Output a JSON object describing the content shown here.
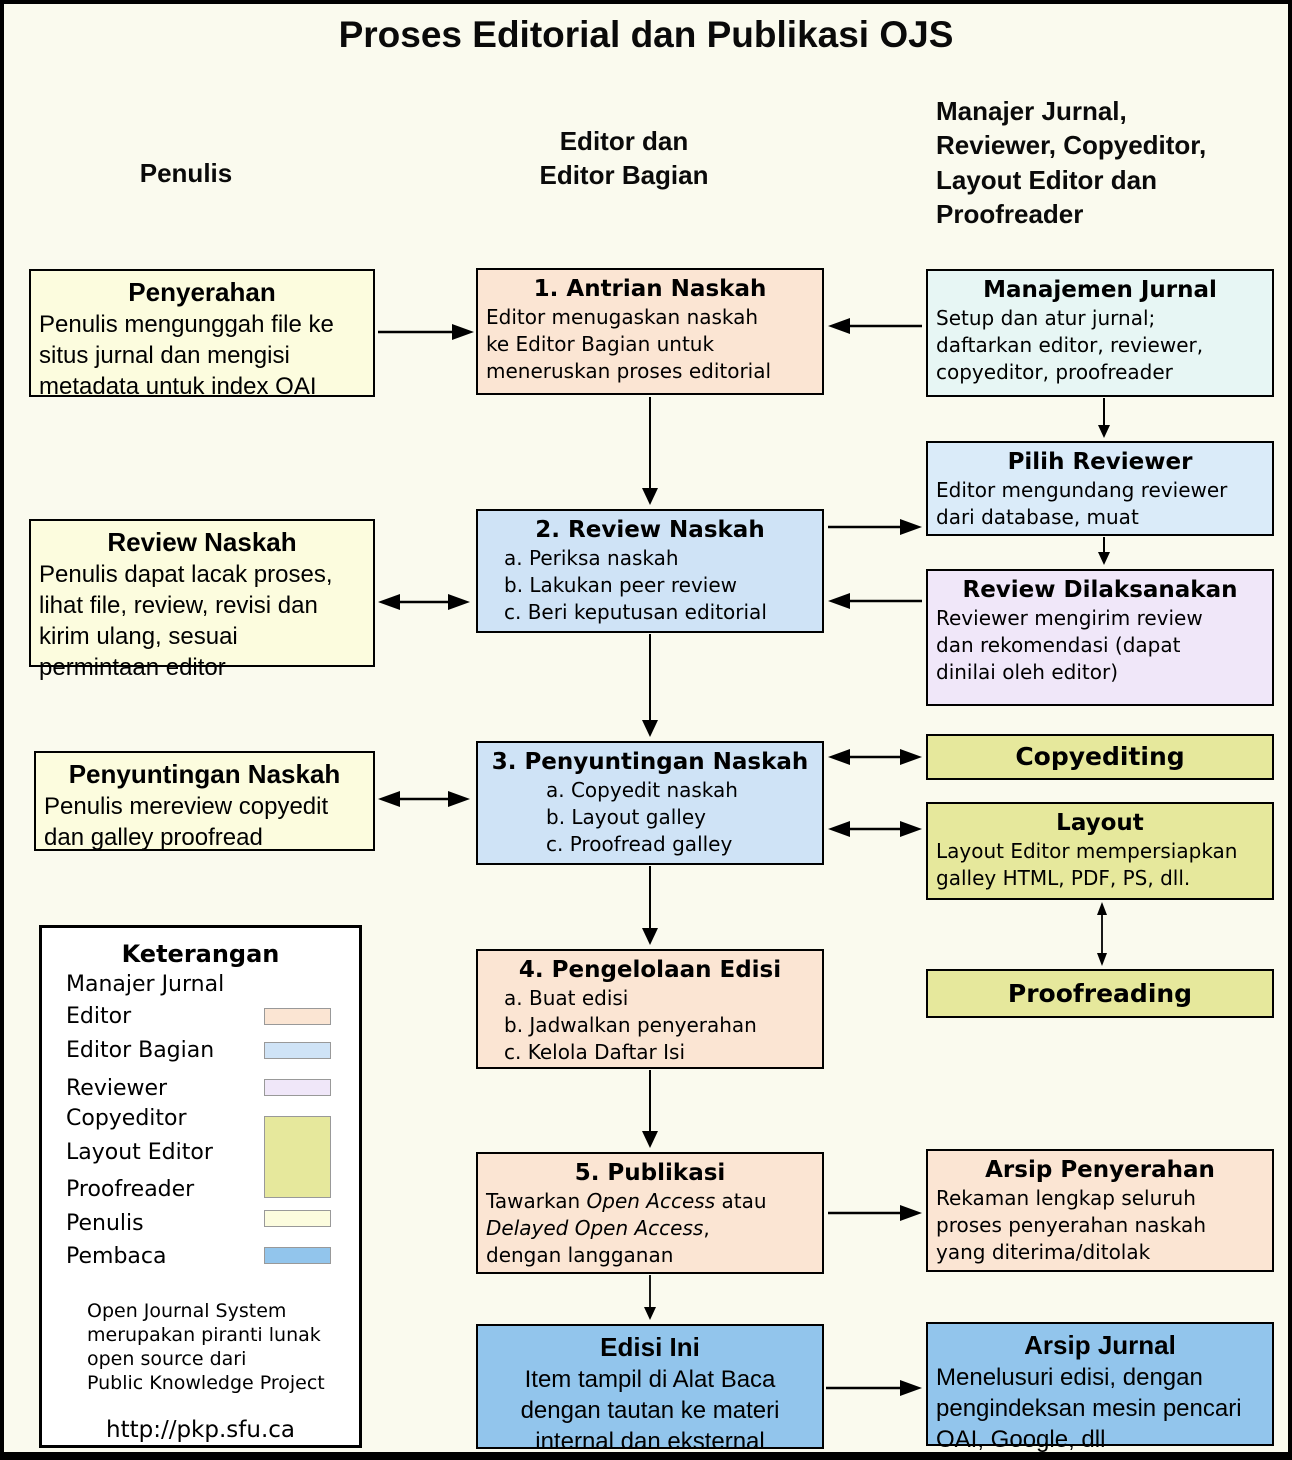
{
  "title": "Proses Editorial dan Publikasi OJS",
  "columns": {
    "penulis": "Penulis",
    "editor": "Editor dan\nEditor Bagian",
    "staff": "Manajer Jurnal,\nReviewer, Copyeditor,\nLayout Editor dan\nProofreader"
  },
  "boxes": {
    "penyerahan": {
      "title": "Penyerahan",
      "body": "Penulis mengunggah file ke\nsitus jurnal dan mengisi\nmetadata untuk index OAI"
    },
    "antrian_naskah": {
      "title": "1. Antrian Naskah",
      "body": "Editor menugaskan naskah\nke Editor Bagian untuk\nmeneruskan proses editorial"
    },
    "manajemen_jurnal": {
      "title": "Manajemen Jurnal",
      "body": "Setup dan atur jurnal;\ndaftarkan editor, reviewer,\ncopyeditor, proofreader"
    },
    "review_naskah_penulis": {
      "title": "Review Naskah",
      "body": "Penulis dapat lacak proses,\nlihat file, review, revisi dan\nkirim ulang, sesuai\npermintaan editor"
    },
    "review_naskah": {
      "title": "2. Review Naskah",
      "items": [
        "a. Periksa naskah",
        "b. Lakukan peer review",
        "c. Beri keputusan editorial"
      ]
    },
    "pilih_reviewer": {
      "title": "Pilih Reviewer",
      "body": "Editor mengundang reviewer\ndari database, muat"
    },
    "review_dilaksanakan": {
      "title": "Review Dilaksanakan",
      "body": "Reviewer mengirim review\ndan rekomendasi (dapat\ndinilai oleh editor)"
    },
    "penyuntingan_naskah_penulis": {
      "title": "Penyuntingan Naskah",
      "body": "Penulis mereview copyedit\ndan galley proofread"
    },
    "penyuntingan_naskah": {
      "title": "3. Penyuntingan Naskah",
      "items": [
        "a. Copyedit naskah",
        "b. Layout galley",
        "c. Proofread galley"
      ]
    },
    "copyediting": {
      "title": "Copyediting"
    },
    "layout": {
      "title": "Layout",
      "body": "Layout Editor mempersiapkan\ngalley HTML, PDF, PS, dll."
    },
    "proofreading": {
      "title": "Proofreading"
    },
    "pengelolaan_edisi": {
      "title": "4. Pengelolaan Edisi",
      "items": [
        "a. Buat edisi",
        "b. Jadwalkan penyerahan",
        "c. Kelola Daftar Isi"
      ]
    },
    "publikasi": {
      "title": "5. Publikasi",
      "body_pre": "Tawarkan ",
      "body_italic1": "Open Access",
      "body_mid": " atau\n",
      "body_italic2": "Delayed Open Access",
      "body_post": ",\ndengan langganan"
    },
    "arsip_penyerahan": {
      "title": "Arsip Penyerahan",
      "body": "Rekaman lengkap seluruh\nproses penyerahan naskah\nyang diterima/ditolak"
    },
    "edisi_ini": {
      "title": "Edisi Ini",
      "body": "Item tampil di Alat Baca\ndengan tautan ke materi\ninternal dan eksternal"
    },
    "arsip_jurnal": {
      "title": "Arsip Jurnal",
      "body": "Menelusuri edisi, dengan\npengindeksan mesin pencari\nOAI, Google, dll"
    }
  },
  "legend": {
    "title": "Keterangan",
    "items": [
      {
        "label": "Manajer Jurnal"
      },
      {
        "label": "Editor"
      },
      {
        "label": "Editor Bagian"
      },
      {
        "label": "Reviewer"
      },
      {
        "label": "Copyeditor"
      },
      {
        "label": "Layout Editor"
      },
      {
        "label": "Proofreader"
      },
      {
        "label": "Penulis"
      },
      {
        "label": "Pembaca"
      }
    ],
    "note": "Open Journal System\nmerupakan piranti lunak\nopen source dari\nPublic Knowledge Project",
    "url": "http://pkp.sfu.ca"
  },
  "colors": {
    "background": "#FAFAEE",
    "author": "#FCFCDE",
    "editor": "#FBE5D3",
    "section_editor": "#CFE3F6",
    "pilih_reviewer_blue": "#DAEBF9",
    "manager": "#E7F6F4",
    "reviewer": "#F0E7F9",
    "staff": "#E6E89C",
    "reader": "#92C5EC"
  }
}
